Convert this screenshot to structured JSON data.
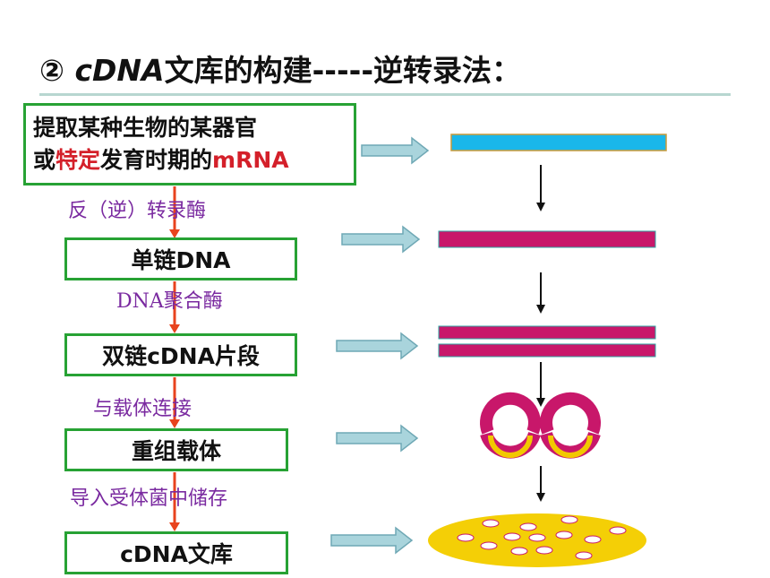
{
  "title": {
    "prefix": "② ",
    "cdna": "cDNA",
    "rest": "文库的构建-----逆转录法："
  },
  "steps": {
    "step1_line1": "提取某种生物的某器官",
    "step1_line2_pre": "或",
    "step1_line2_red": "特定",
    "step1_line2_mid": "发育时期的",
    "step1_line2_red2": "mRNA",
    "step2": "单链DNA",
    "step3": "双链cDNA片段",
    "step4": "重组载体",
    "step5": "cDNA文库"
  },
  "enzymes": {
    "e1": "反（逆）转录酶",
    "e2": "DNA聚合酶",
    "e3": "与载体连接",
    "e4": "导入受体菌中储存"
  },
  "colors": {
    "box_border": "#27a234",
    "flow_arrow": "#e8431e",
    "mrna": "#1ab7ea",
    "dna": "#c8176a",
    "insert": "#f2c800",
    "block_arrow": "#9ed0d8",
    "colony": "#f4cf06"
  }
}
